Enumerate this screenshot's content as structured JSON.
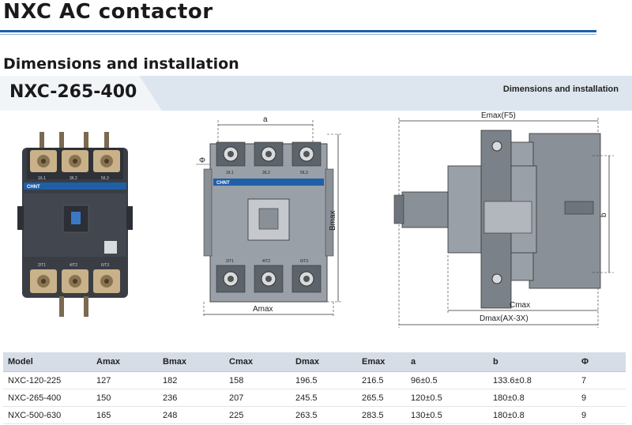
{
  "page": {
    "title": "NXC AC contactor",
    "section_title": "Dimensions and installation",
    "model": "NXC-265-400",
    "banner_right": "Dimensions and installation"
  },
  "photo": {
    "brand": "CHNT",
    "terminals_top": [
      "1/L1",
      "3/L2",
      "5/L3"
    ],
    "terminals_bottom": [
      "2/T1",
      "4/T2",
      "6/T3"
    ],
    "colors": {
      "body": "#3a3d44",
      "label_band": "#1f5fa8",
      "terminal": "#c9b28a"
    }
  },
  "front_drawing": {
    "label_a": "a",
    "label_phi": "Φ",
    "label_bmax": "Bmax",
    "label_amax": "Amax",
    "brand": "CHNT",
    "terminals_top": [
      "1/L1",
      "3/L2",
      "5/L3"
    ],
    "terminals_bottom": [
      "2/T1",
      "4/T2",
      "6/T3"
    ]
  },
  "side_drawing": {
    "label_emax": "Emax(F5)",
    "label_b": "b",
    "label_cmax": "Cmax",
    "label_dmax": "Dmax(AX-3X)"
  },
  "table": {
    "headers": [
      "Model",
      "Amax",
      "Bmax",
      "Cmax",
      "Dmax",
      "Emax",
      "a",
      "b",
      "Φ"
    ],
    "rows": [
      [
        "NXC-120-225",
        "127",
        "182",
        "158",
        "196.5",
        "216.5",
        "96±0.5",
        "133.6±0.8",
        "7"
      ],
      [
        "NXC-265-400",
        "150",
        "236",
        "207",
        "245.5",
        "265.5",
        "120±0.5",
        "180±0.8",
        "9"
      ],
      [
        "NXC-500-630",
        "165",
        "248",
        "225",
        "263.5",
        "283.5",
        "130±0.5",
        "180±0.8",
        "9"
      ]
    ]
  }
}
